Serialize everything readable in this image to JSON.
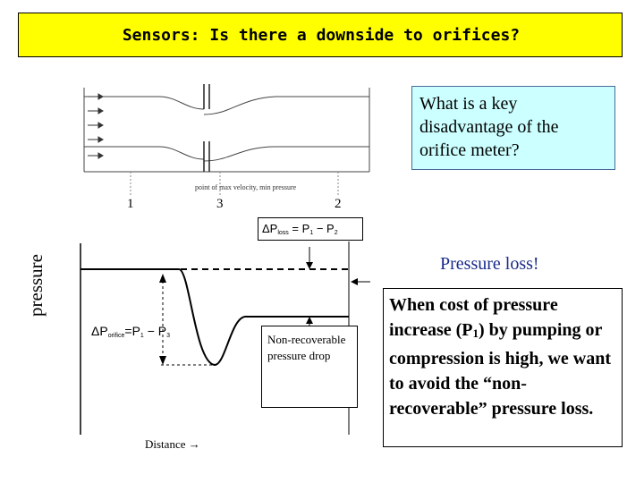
{
  "title": "Sensors: Is there a downside to orifices?",
  "question": "What is a key disadvantage of the orifice meter?",
  "ploss_equation": {
    "delta": "ΔP",
    "sub": "loss",
    "rest": " = P",
    "s1": "1",
    "minus": " − P",
    "s2": "2"
  },
  "answer": "Pressure loss!",
  "info": {
    "line1": "When cost of pressure increase (P",
    "sub": "1",
    "line2": ") by pumping or compression is high, we want to avoid the “non-recoverable” pressure loss."
  },
  "diagram": {
    "station_labels": [
      "1",
      "3",
      "2"
    ],
    "vena_label": "point of max velocity, min pressure"
  },
  "plot": {
    "ylabel": "pressure",
    "xlabel": "Distance →",
    "orifice_equation": {
      "delta": "ΔP",
      "sub": "orifice",
      "rest": "=P",
      "s1": "1",
      "minus": " − P",
      "s3": "3"
    },
    "nonrecoverable": "Non-recoverable pressure drop"
  }
}
